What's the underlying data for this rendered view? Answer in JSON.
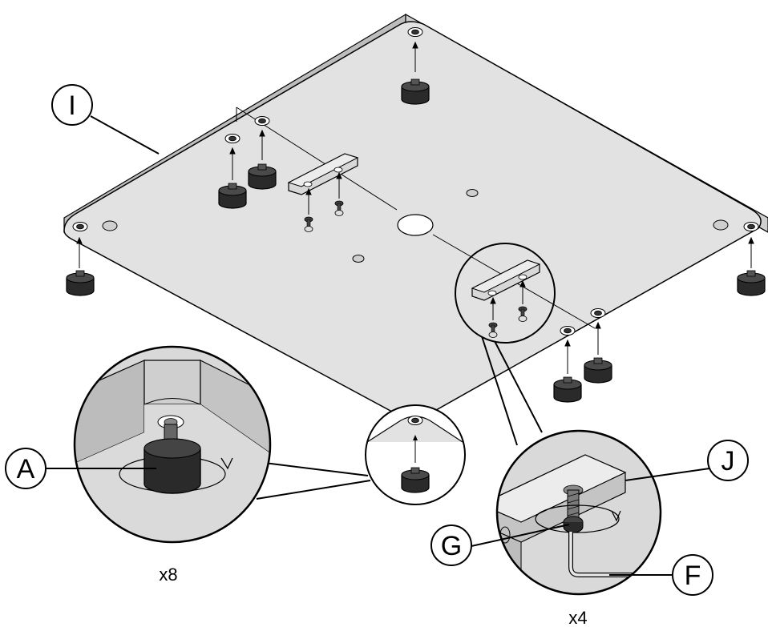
{
  "callouts": {
    "I": "I",
    "A": "A",
    "J": "J",
    "G": "G",
    "F": "F"
  },
  "quantities": {
    "feet": "x8",
    "brackets": "x4"
  },
  "icons": {
    "foot": "rubber-foot-icon",
    "screw": "hex-screw-icon",
    "arrow": "up-arrow-icon",
    "rotation": "rotation-arrow-icon",
    "hex_key": "hex-key-icon",
    "bracket": "bracket-icon"
  },
  "colors": {
    "panel": "#e2e2e2",
    "panel_edge": "#bdbdbd",
    "foot": "#2a2a2a",
    "detail_bg": "#d9d9d9",
    "stroke": "#000000"
  }
}
